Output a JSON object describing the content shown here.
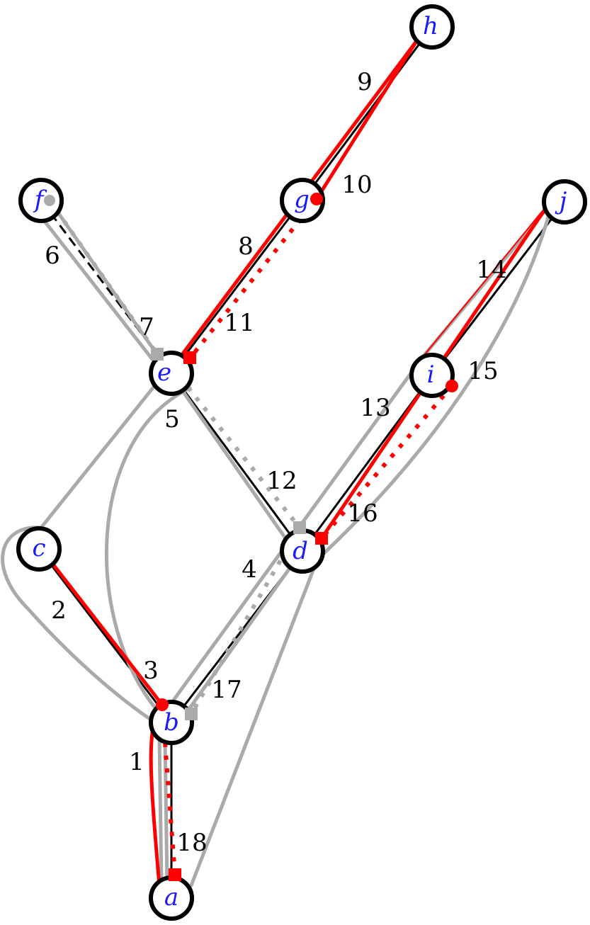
{
  "nodes": {
    "a": {
      "label": "a"
    },
    "b": {
      "label": "b"
    },
    "c": {
      "label": "c"
    },
    "d": {
      "label": "d"
    },
    "e": {
      "label": "e"
    },
    "f": {
      "label": "f"
    },
    "g": {
      "label": "g"
    },
    "h": {
      "label": "h"
    },
    "i": {
      "label": "i"
    },
    "j": {
      "label": "j"
    }
  },
  "edge_labels": {
    "e1": "1",
    "e2": "2",
    "e3": "3",
    "e4": "4",
    "e5": "5",
    "e6": "6",
    "e7": "7",
    "e8": "8",
    "e9": "9",
    "e10": "10",
    "e11": "11",
    "e12": "12",
    "e13": "13",
    "e14": "14",
    "e15": "15",
    "e16": "16",
    "e17": "17",
    "e18": "18"
  },
  "colors": {
    "node_label": "#1a1aff",
    "red_path": "#ff0000",
    "grey_path": "#aaaaaa",
    "edge": "#000000"
  }
}
